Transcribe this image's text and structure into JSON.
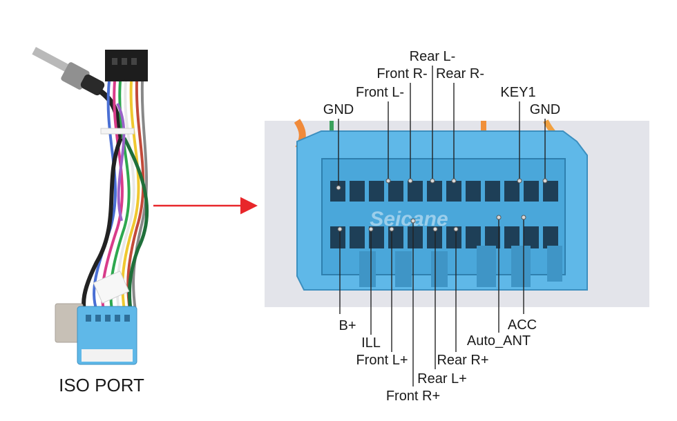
{
  "iso_port_label": "ISO PORT",
  "watermark": "Seicane",
  "colors": {
    "connector_blue": "#5fb8e8",
    "arrow": "#e8262a",
    "leader": "#222222"
  },
  "pins_top": [
    {
      "label": "GND"
    },
    {
      "label": "Front L-"
    },
    {
      "label": "Front R-"
    },
    {
      "label": "Rear L-"
    },
    {
      "label": "Rear R-"
    },
    {
      "label": "KEY1"
    },
    {
      "label": "GND"
    }
  ],
  "pins_bottom": [
    {
      "label": "B+"
    },
    {
      "label": "ILL"
    },
    {
      "label": "Front L+"
    },
    {
      "label": "Front R+"
    },
    {
      "label": "Rear L+"
    },
    {
      "label": "Rear R+"
    },
    {
      "label": "Auto_ANT"
    },
    {
      "label": "ACC"
    }
  ]
}
